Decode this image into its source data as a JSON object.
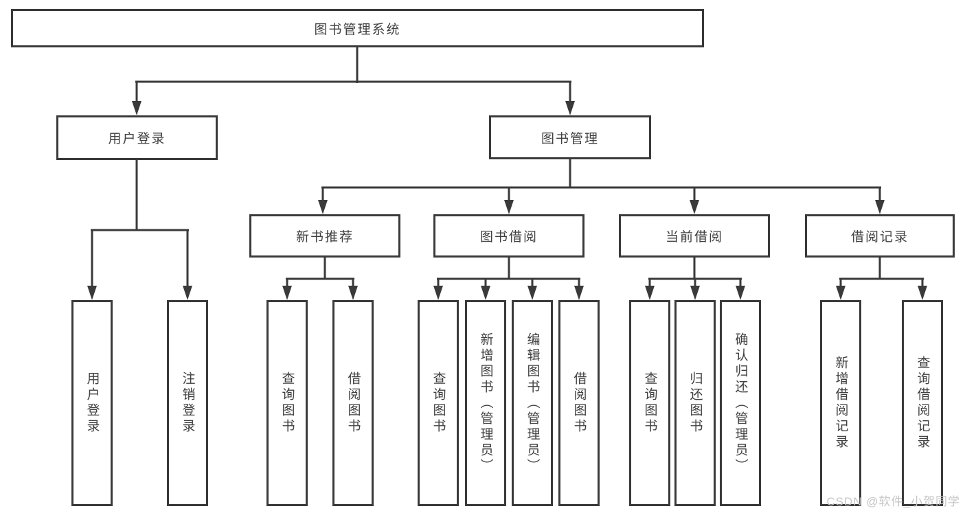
{
  "diagram": {
    "type": "hierarchy-tree",
    "colors": {
      "background": "#ffffff",
      "line": "#3a3a3a",
      "box_border": "#3a3a3a",
      "box_fill": "#ffffff",
      "text": "#404040",
      "watermark": "#c6c6c6"
    },
    "tree": {
      "label": "图书管理系统",
      "children": [
        {
          "label": "用户登录",
          "children": [
            {
              "label": "用户登录"
            },
            {
              "label": "注销登录"
            }
          ]
        },
        {
          "label": "图书管理",
          "children": [
            {
              "label": "新书推荐",
              "children": [
                {
                  "label": "查询图书"
                },
                {
                  "label": "借阅图书"
                }
              ]
            },
            {
              "label": "图书借阅",
              "children": [
                {
                  "label": "查询图书"
                },
                {
                  "label": "新增图书（管理员）"
                },
                {
                  "label": "编辑图书（管理员）"
                },
                {
                  "label": "借阅图书"
                }
              ]
            },
            {
              "label": "当前借阅",
              "children": [
                {
                  "label": "查询图书"
                },
                {
                  "label": "归还图书"
                },
                {
                  "label": "确认归还（管理员）"
                }
              ]
            },
            {
              "label": "借阅记录",
              "children": [
                {
                  "label": "新增借阅记录"
                },
                {
                  "label": "查询借阅记录"
                }
              ]
            }
          ]
        }
      ]
    },
    "watermark": "CSDN @软件_小贺同学"
  }
}
